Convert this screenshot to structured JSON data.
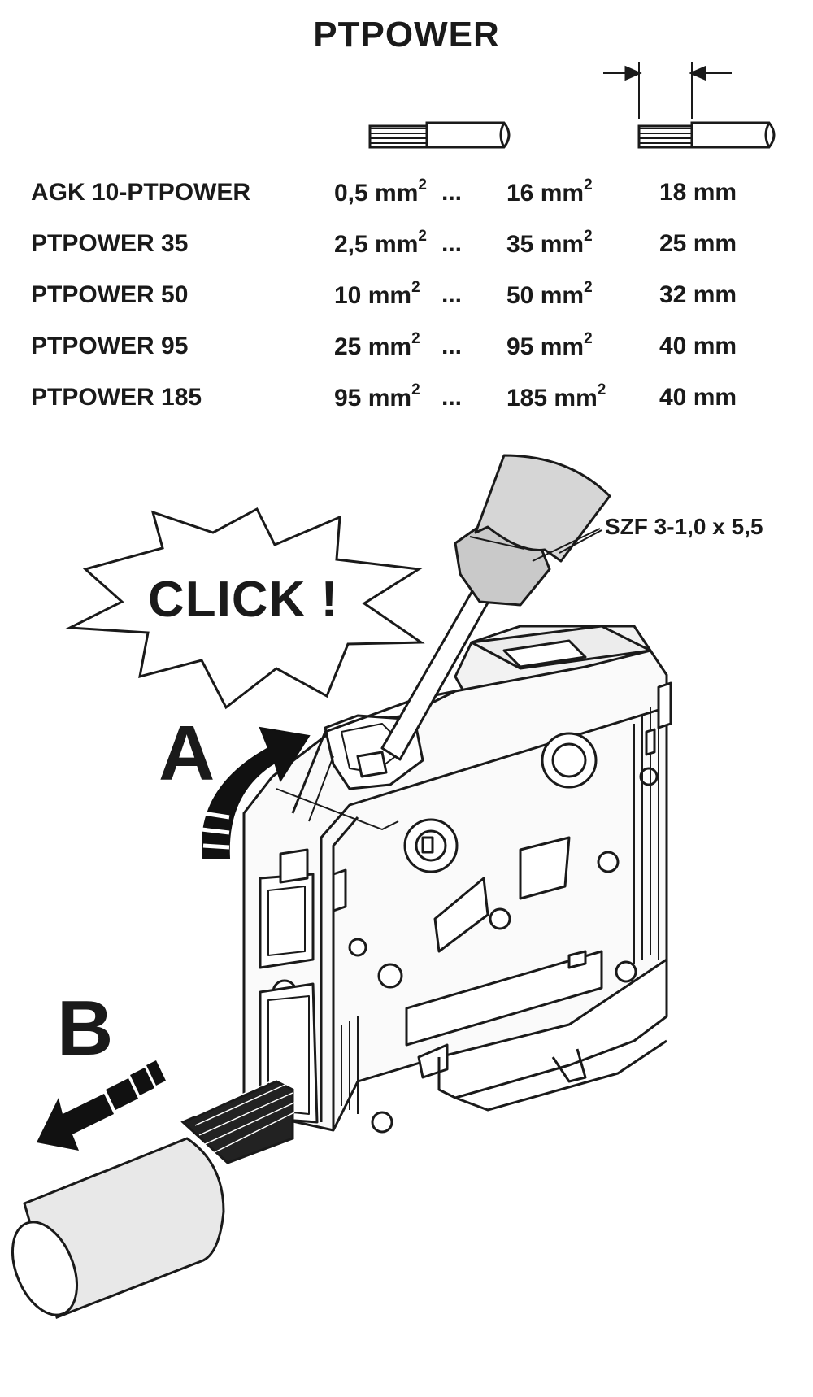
{
  "title": "PTPOWER",
  "rows": [
    {
      "name": "AGK 10-PTPOWER",
      "min": "0,5 mm",
      "max": "16 mm",
      "strip": "18 mm"
    },
    {
      "name": "PTPOWER 35",
      "min": "2,5 mm",
      "max": "35 mm",
      "strip": "25 mm"
    },
    {
      "name": "PTPOWER 50",
      "min": "10 mm",
      "max": "50 mm",
      "strip": "32 mm"
    },
    {
      "name": "PTPOWER 95",
      "min": "25 mm",
      "max": "95 mm",
      "strip": "40 mm"
    },
    {
      "name": "PTPOWER 185",
      "min": "95 mm",
      "max": "185 mm",
      "strip": "40 mm"
    }
  ],
  "superscript": "2",
  "ellipsis": "...",
  "tool_label": "SZF 3-1,0 x 5,5",
  "click_text": "CLICK !",
  "step_a": "A",
  "step_b": "B",
  "icons": [
    "wire-cross-section-icon",
    "strip-length-icon",
    "screwdriver-icon",
    "arrow-a-icon",
    "arrow-b-icon",
    "click-burst-icon"
  ]
}
